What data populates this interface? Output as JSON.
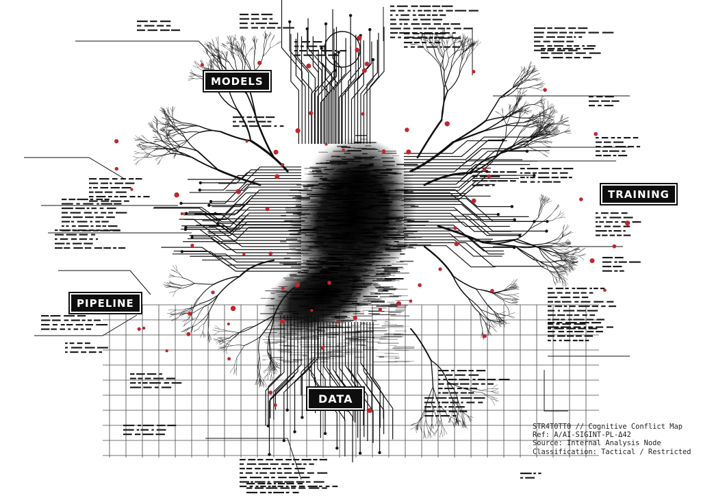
{
  "labels": {
    "models": "MODELS",
    "training": "TRAINING",
    "pipeline": "PIPELINE",
    "data": "DATA"
  },
  "caption": {
    "line1": "STR4T0TT0 // Cognitive Conflict Map",
    "line2": "Ref: A/AI-SIGINT-PL-Δ42",
    "line3": "Source: Internal Analysis Node",
    "line4": "Classification: Tactical / Restricted"
  },
  "colors": {
    "ink": "#0e0e0e",
    "node_red": "#c0262d",
    "paper": "#ffffff"
  }
}
